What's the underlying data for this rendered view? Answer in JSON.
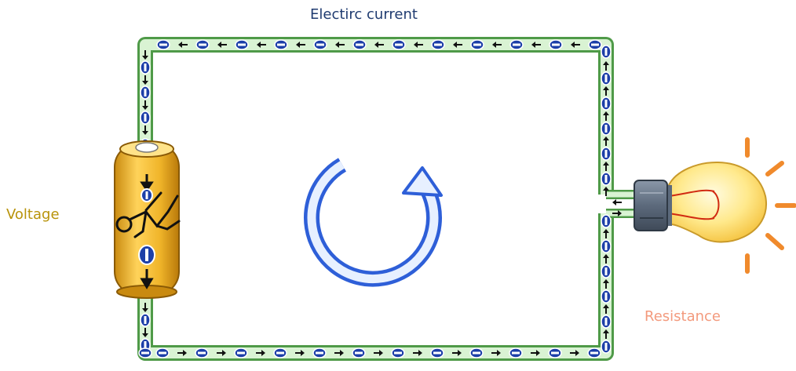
{
  "labels": {
    "title": "Electirc current",
    "voltage": "Voltage",
    "resistance": "Resistance"
  },
  "colors": {
    "title": "#1f3b70",
    "voltage": "#b8930a",
    "resistance": "#f39a7d",
    "wire_fill": "#d9f3d3",
    "wire_edge": "#4f9a48",
    "electron": "#1c3fa8",
    "arrow": "#111111",
    "battery": "#f0b52a",
    "bulb_glass": "#ffe98c",
    "bulb_rays": "#f08a2c",
    "socket": "#5c6a7c",
    "flow_arrow": "#3d6ee0"
  },
  "icons": {
    "battery": "battery-icon",
    "bulb": "light-bulb-icon",
    "flow": "circular-arrow-icon",
    "electron": "electron-minus-icon"
  }
}
